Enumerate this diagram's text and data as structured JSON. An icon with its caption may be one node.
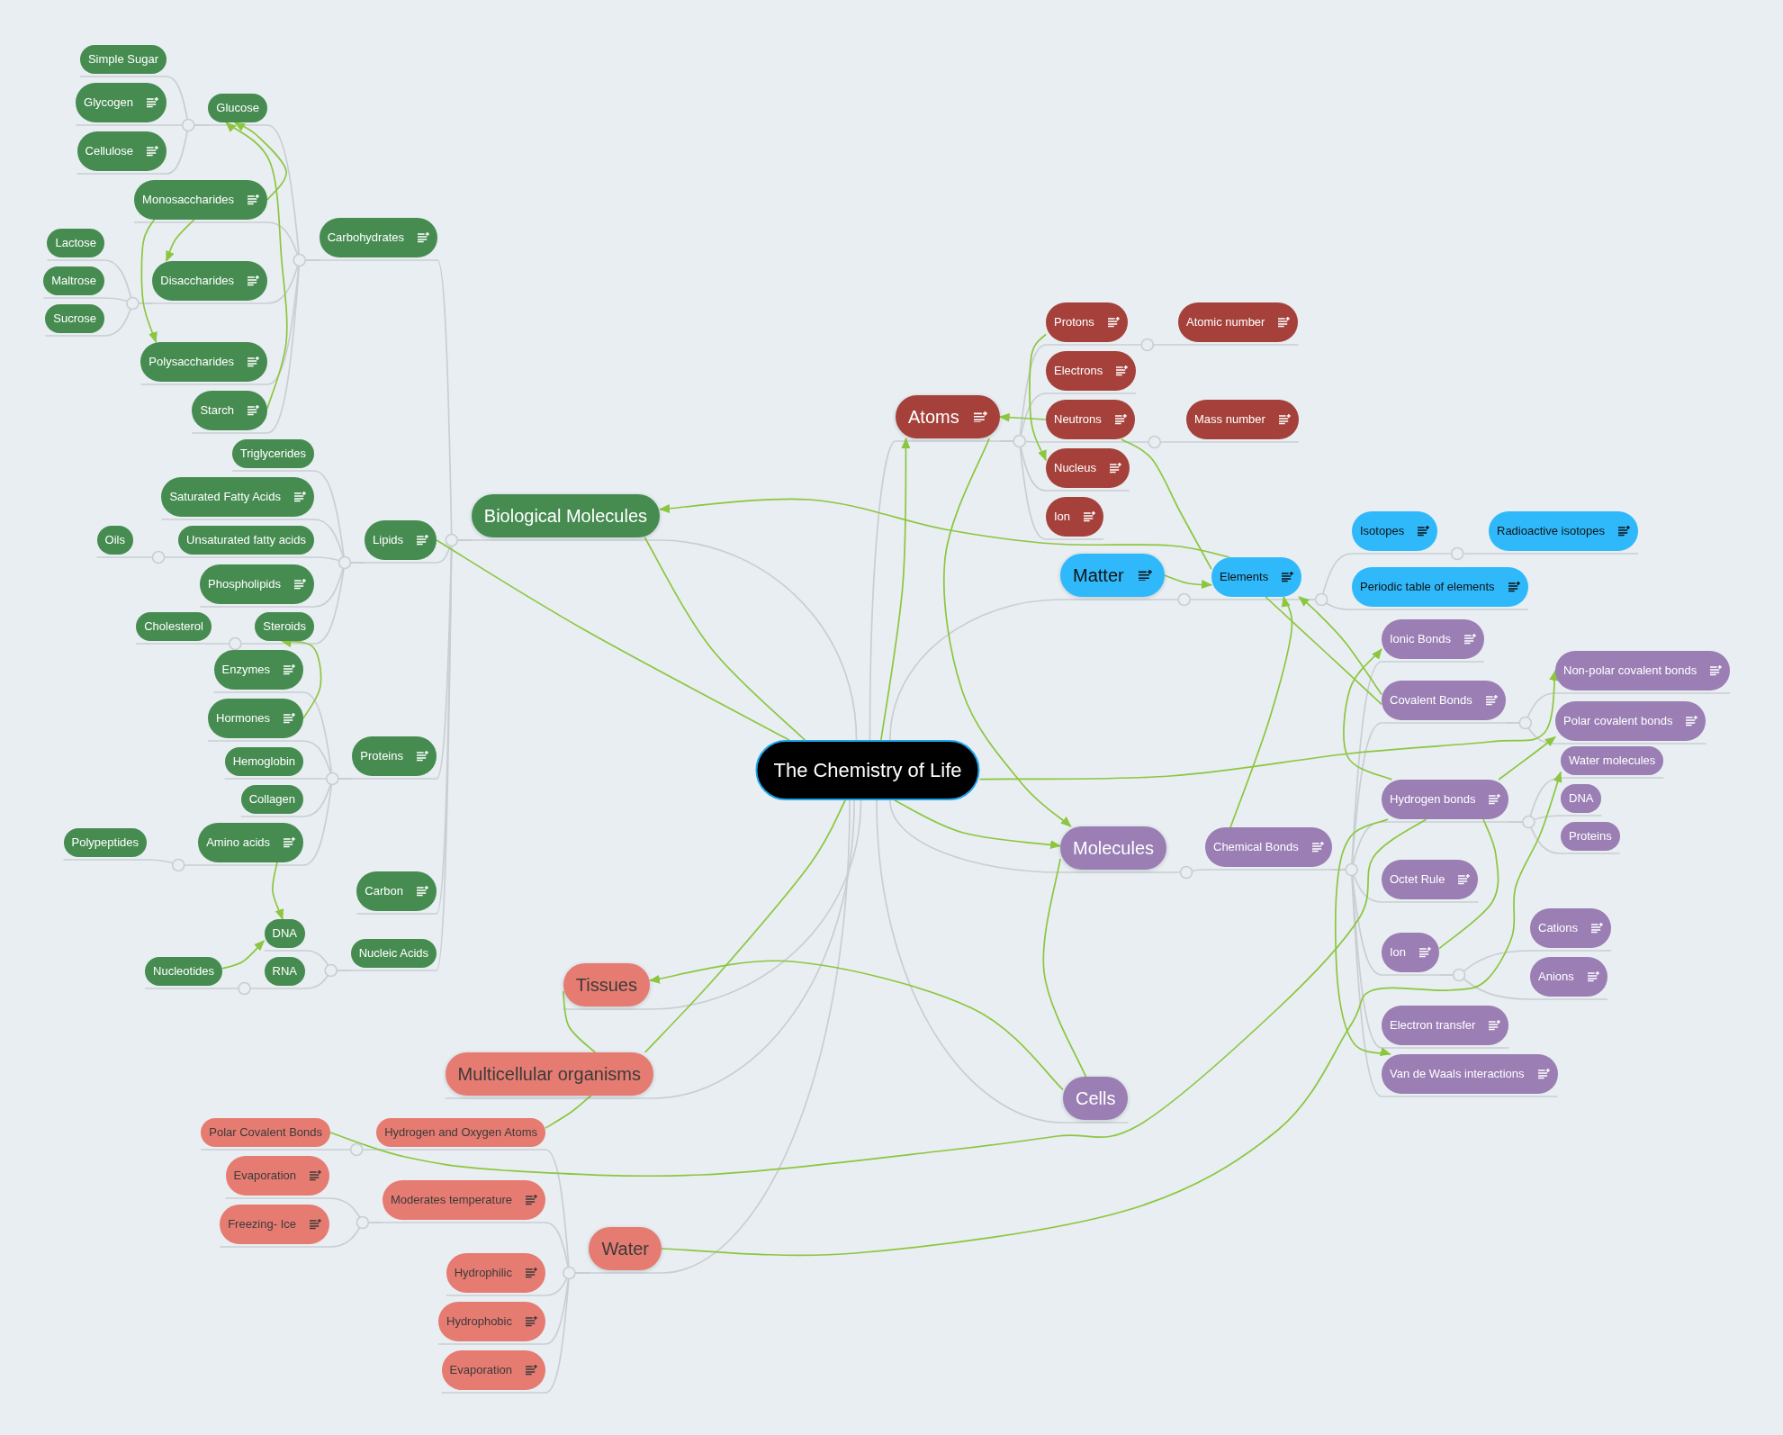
{
  "diagram": {
    "nodes": [
      {
        "text": [
          "The Chemistry of Life"
        ]
      },
      {
        "text": [
          "Biological Molecules"
        ]
      },
      {
        "text": [
          "Carbohydrates"
        ]
      },
      {
        "text": [
          "Glucose"
        ]
      },
      {
        "text": [
          "Simple Sugar"
        ]
      },
      {
        "text": [
          "Glycogen"
        ]
      },
      {
        "text": [
          "Cellulose"
        ]
      },
      {
        "text": [
          "Monosaccharides"
        ]
      },
      {
        "text": [
          "Disaccharides"
        ]
      },
      {
        "text": [
          "Lactose"
        ]
      },
      {
        "text": [
          "Maltrose"
        ]
      },
      {
        "text": [
          "Sucrose"
        ]
      },
      {
        "text": [
          "Polysaccharides"
        ]
      },
      {
        "text": [
          "Starch"
        ]
      },
      {
        "text": [
          "Lipids"
        ]
      },
      {
        "text": [
          "Triglycerides"
        ]
      },
      {
        "text": [
          "Saturated Fatty Acids"
        ]
      },
      {
        "text": [
          "Unsaturated fatty acids"
        ]
      },
      {
        "text": [
          "Oils"
        ]
      },
      {
        "text": [
          "Phospholipids"
        ]
      },
      {
        "text": [
          "Steroids"
        ]
      },
      {
        "text": [
          "Cholesterol"
        ]
      },
      {
        "text": [
          "Proteins"
        ]
      },
      {
        "text": [
          "Enzymes"
        ]
      },
      {
        "text": [
          "Hormones"
        ]
      },
      {
        "text": [
          "Hemoglobin"
        ]
      },
      {
        "text": [
          "Collagen"
        ]
      },
      {
        "text": [
          "Amino acids"
        ]
      },
      {
        "text": [
          "Polypeptides"
        ]
      },
      {
        "text": [
          "Carbon"
        ]
      },
      {
        "text": [
          "Nucleic Acids"
        ]
      },
      {
        "text": [
          "DNA"
        ]
      },
      {
        "text": [
          "RNA"
        ]
      },
      {
        "text": [
          "Nucleotides"
        ]
      },
      {
        "text": [
          "Atoms"
        ]
      },
      {
        "text": [
          "Protons"
        ]
      },
      {
        "text": [
          "Atomic number"
        ]
      },
      {
        "text": [
          "Electrons"
        ]
      },
      {
        "text": [
          "Neutrons"
        ]
      },
      {
        "text": [
          "Mass number"
        ]
      },
      {
        "text": [
          "Nucleus"
        ]
      },
      {
        "text": [
          "Ion"
        ]
      },
      {
        "text": [
          "Matter"
        ]
      },
      {
        "text": [
          "Elements"
        ]
      },
      {
        "text": [
          "Isotopes"
        ]
      },
      {
        "text": [
          "Radioactive isotopes"
        ]
      },
      {
        "text": [
          "Periodic table of elements"
        ]
      },
      {
        "text": [
          "Molecules"
        ]
      },
      {
        "text": [
          "Chemical Bonds"
        ]
      },
      {
        "text": [
          "Ionic Bonds"
        ]
      },
      {
        "text": [
          "Covalent Bonds"
        ]
      },
      {
        "text": [
          "Non-polar covalent bonds"
        ]
      },
      {
        "text": [
          "Polar covalent bonds"
        ]
      },
      {
        "text": [
          "Hydrogen bonds"
        ]
      },
      {
        "text": [
          "Water molecules"
        ]
      },
      {
        "text": [
          "DNA"
        ]
      },
      {
        "text": [
          "Proteins"
        ]
      },
      {
        "text": [
          "Octet Rule"
        ]
      },
      {
        "text": [
          "Ion"
        ]
      },
      {
        "text": [
          "Cations"
        ]
      },
      {
        "text": [
          "Anions"
        ]
      },
      {
        "text": [
          "Electron transfer"
        ]
      },
      {
        "text": [
          "Van de Waals interactions"
        ]
      },
      {
        "text": [
          "Cells"
        ]
      },
      {
        "text": [
          "Tissues"
        ]
      },
      {
        "text": [
          "Multicellular organisms"
        ]
      },
      {
        "text": [
          "Water"
        ]
      },
      {
        "text": [
          "Hydrogen and Oxygen Atoms"
        ]
      },
      {
        "text": [
          "Polar Covalent Bonds"
        ]
      },
      {
        "text": [
          "Moderates temperature"
        ]
      },
      {
        "text": [
          "Evaporation"
        ]
      },
      {
        "text": [
          "Freezing- Ice"
        ]
      },
      {
        "text": [
          "Hydrophilic"
        ]
      },
      {
        "text": [
          "Hydrophobic"
        ]
      },
      {
        "text": [
          "Evaporation"
        ]
      }
    ],
    "edges": [
      {
        "from": 0,
        "to": 1,
        "arrow": "none"
      },
      {
        "from": 1,
        "to": 2,
        "arrow": "none"
      },
      {
        "from": 2,
        "to": 3,
        "arrow": "none"
      },
      {
        "from": 3,
        "to": 4,
        "arrow": "none"
      },
      {
        "from": 3,
        "to": 5,
        "arrow": "none"
      },
      {
        "from": 3,
        "to": 6,
        "arrow": "none"
      },
      {
        "from": 2,
        "to": 7,
        "arrow": "none"
      },
      {
        "from": 2,
        "to": 8,
        "arrow": "none"
      },
      {
        "from": 8,
        "to": 9,
        "arrow": "none"
      },
      {
        "from": 8,
        "to": 10,
        "arrow": "none"
      },
      {
        "from": 8,
        "to": 11,
        "arrow": "none"
      },
      {
        "from": 2,
        "to": 12,
        "arrow": "none"
      },
      {
        "from": 2,
        "to": 13,
        "arrow": "none"
      },
      {
        "from": 1,
        "to": 14,
        "arrow": "none"
      },
      {
        "from": 14,
        "to": 15,
        "arrow": "none"
      },
      {
        "from": 14,
        "to": 16,
        "arrow": "none"
      },
      {
        "from": 14,
        "to": 17,
        "arrow": "none"
      },
      {
        "from": 17,
        "to": 18,
        "arrow": "none"
      },
      {
        "from": 14,
        "to": 19,
        "arrow": "none"
      },
      {
        "from": 14,
        "to": 20,
        "arrow": "none"
      },
      {
        "from": 20,
        "to": 21,
        "arrow": "none"
      },
      {
        "from": 1,
        "to": 22,
        "arrow": "none"
      },
      {
        "from": 22,
        "to": 23,
        "arrow": "none"
      },
      {
        "from": 22,
        "to": 24,
        "arrow": "none"
      },
      {
        "from": 22,
        "to": 25,
        "arrow": "none"
      },
      {
        "from": 22,
        "to": 26,
        "arrow": "none"
      },
      {
        "from": 22,
        "to": 27,
        "arrow": "none"
      },
      {
        "from": 27,
        "to": 28,
        "arrow": "none"
      },
      {
        "from": 1,
        "to": 29,
        "arrow": "none"
      },
      {
        "from": 1,
        "to": 30,
        "arrow": "none"
      },
      {
        "from": 30,
        "to": 31,
        "arrow": "none"
      },
      {
        "from": 30,
        "to": 32,
        "arrow": "none"
      },
      {
        "from": 32,
        "to": 33,
        "arrow": "none"
      },
      {
        "from": 0,
        "to": 34,
        "arrow": "none"
      },
      {
        "from": 34,
        "to": 35,
        "arrow": "none"
      },
      {
        "from": 35,
        "to": 36,
        "arrow": "none"
      },
      {
        "from": 34,
        "to": 37,
        "arrow": "none"
      },
      {
        "from": 34,
        "to": 38,
        "arrow": "none"
      },
      {
        "from": 38,
        "to": 39,
        "arrow": "none"
      },
      {
        "from": 34,
        "to": 40,
        "arrow": "none"
      },
      {
        "from": 34,
        "to": 41,
        "arrow": "none"
      },
      {
        "from": 0,
        "to": 42,
        "arrow": "none"
      },
      {
        "from": 42,
        "to": 43,
        "arrow": "none"
      },
      {
        "from": 43,
        "to": 44,
        "arrow": "none"
      },
      {
        "from": 44,
        "to": 45,
        "arrow": "none"
      },
      {
        "from": 43,
        "to": 46,
        "arrow": "none"
      },
      {
        "from": 0,
        "to": 47,
        "arrow": "none"
      },
      {
        "from": 47,
        "to": 48,
        "arrow": "none"
      },
      {
        "from": 48,
        "to": 49,
        "arrow": "none"
      },
      {
        "from": 48,
        "to": 50,
        "arrow": "none"
      },
      {
        "from": 50,
        "to": 51,
        "arrow": "none"
      },
      {
        "from": 50,
        "to": 52,
        "arrow": "none"
      },
      {
        "from": 48,
        "to": 53,
        "arrow": "none"
      },
      {
        "from": 53,
        "to": 54,
        "arrow": "none"
      },
      {
        "from": 53,
        "to": 55,
        "arrow": "none"
      },
      {
        "from": 53,
        "to": 56,
        "arrow": "none"
      },
      {
        "from": 48,
        "to": 57,
        "arrow": "none"
      },
      {
        "from": 48,
        "to": 58,
        "arrow": "none"
      },
      {
        "from": 58,
        "to": 59,
        "arrow": "none"
      },
      {
        "from": 58,
        "to": 60,
        "arrow": "none"
      },
      {
        "from": 48,
        "to": 61,
        "arrow": "none"
      },
      {
        "from": 48,
        "to": 62,
        "arrow": "none"
      },
      {
        "from": 0,
        "to": 63,
        "arrow": "none"
      },
      {
        "from": 0,
        "to": 64,
        "arrow": "none"
      },
      {
        "from": 0,
        "to": 65,
        "arrow": "none"
      },
      {
        "from": 0,
        "to": 66,
        "arrow": "none"
      },
      {
        "from": 66,
        "to": 67,
        "arrow": "none"
      },
      {
        "from": 67,
        "to": 68,
        "arrow": "none"
      },
      {
        "from": 66,
        "to": 69,
        "arrow": "none"
      },
      {
        "from": 69,
        "to": 70,
        "arrow": "none"
      },
      {
        "from": 69,
        "to": 71,
        "arrow": "none"
      },
      {
        "from": 66,
        "to": 72,
        "arrow": "none"
      },
      {
        "from": 66,
        "to": 73,
        "arrow": "none"
      },
      {
        "from": 66,
        "to": 74,
        "arrow": "none"
      },
      {
        "from": 7,
        "to": 3,
        "arrow": "to",
        "color": "#8cc63f"
      },
      {
        "from": 13,
        "to": 3,
        "arrow": "to",
        "color": "#8cc63f"
      },
      {
        "from": 7,
        "to": 8,
        "arrow": "to",
        "color": "#8cc63f"
      },
      {
        "from": 7,
        "to": 12,
        "arrow": "to",
        "color": "#8cc63f"
      },
      {
        "from": 24,
        "to": 20,
        "arrow": "to",
        "color": "#8cc63f"
      },
      {
        "from": 27,
        "to": 31,
        "arrow": "to",
        "color": "#8cc63f"
      },
      {
        "from": 33,
        "to": 31,
        "arrow": "to",
        "color": "#8cc63f"
      },
      {
        "from": 14,
        "to": 0,
        "arrow": "none",
        "color": "#8cc63f"
      },
      {
        "from": 1,
        "to": 0,
        "arrow": "none",
        "color": "#8cc63f"
      },
      {
        "from": 43,
        "to": 1,
        "arrow": "to",
        "color": "#8cc63f"
      },
      {
        "from": 0,
        "to": 34,
        "arrow": "to",
        "color": "#8cc63f"
      },
      {
        "from": 34,
        "to": 47,
        "arrow": "to",
        "color": "#8cc63f"
      },
      {
        "from": 0,
        "to": 47,
        "arrow": "to",
        "color": "#8cc63f"
      },
      {
        "from": 38,
        "to": 34,
        "arrow": "to",
        "color": "#8cc63f"
      },
      {
        "from": 35,
        "to": 40,
        "arrow": "to",
        "color": "#8cc63f"
      },
      {
        "from": 38,
        "to": 43,
        "arrow": "none",
        "color": "#8cc63f"
      },
      {
        "from": 42,
        "to": 43,
        "arrow": "to",
        "color": "#8cc63f"
      },
      {
        "from": 48,
        "to": 43,
        "arrow": "to",
        "color": "#8cc63f"
      },
      {
        "from": 43,
        "to": 50,
        "arrow": "none",
        "color": "#8cc63f"
      },
      {
        "from": 50,
        "to": 43,
        "arrow": "to",
        "color": "#8cc63f"
      },
      {
        "from": 53,
        "to": 49,
        "arrow": "to",
        "color": "#8cc63f"
      },
      {
        "from": 0,
        "to": 51,
        "arrow": "to",
        "color": "#8cc63f"
      },
      {
        "from": 53,
        "to": 52,
        "arrow": "to",
        "color": "#8cc63f"
      },
      {
        "from": 68,
        "to": 53,
        "arrow": "none",
        "color": "#8cc63f"
      },
      {
        "from": 53,
        "to": 62,
        "arrow": "to",
        "color": "#8cc63f"
      },
      {
        "from": 66,
        "to": 54,
        "arrow": "to",
        "color": "#8cc63f"
      },
      {
        "from": 67,
        "to": 65,
        "arrow": "none",
        "color": "#8cc63f"
      },
      {
        "from": 64,
        "to": 65,
        "arrow": "none",
        "color": "#8cc63f"
      },
      {
        "from": 65,
        "to": 0,
        "arrow": "none",
        "color": "#8cc63f"
      },
      {
        "from": 63,
        "to": 64,
        "arrow": "to",
        "color": "#8cc63f"
      },
      {
        "from": 47,
        "to": 63,
        "arrow": "none",
        "color": "#8cc63f"
      },
      {
        "from": 53,
        "to": 58,
        "arrow": "none",
        "color": "#8cc63f"
      }
    ]
  }
}
